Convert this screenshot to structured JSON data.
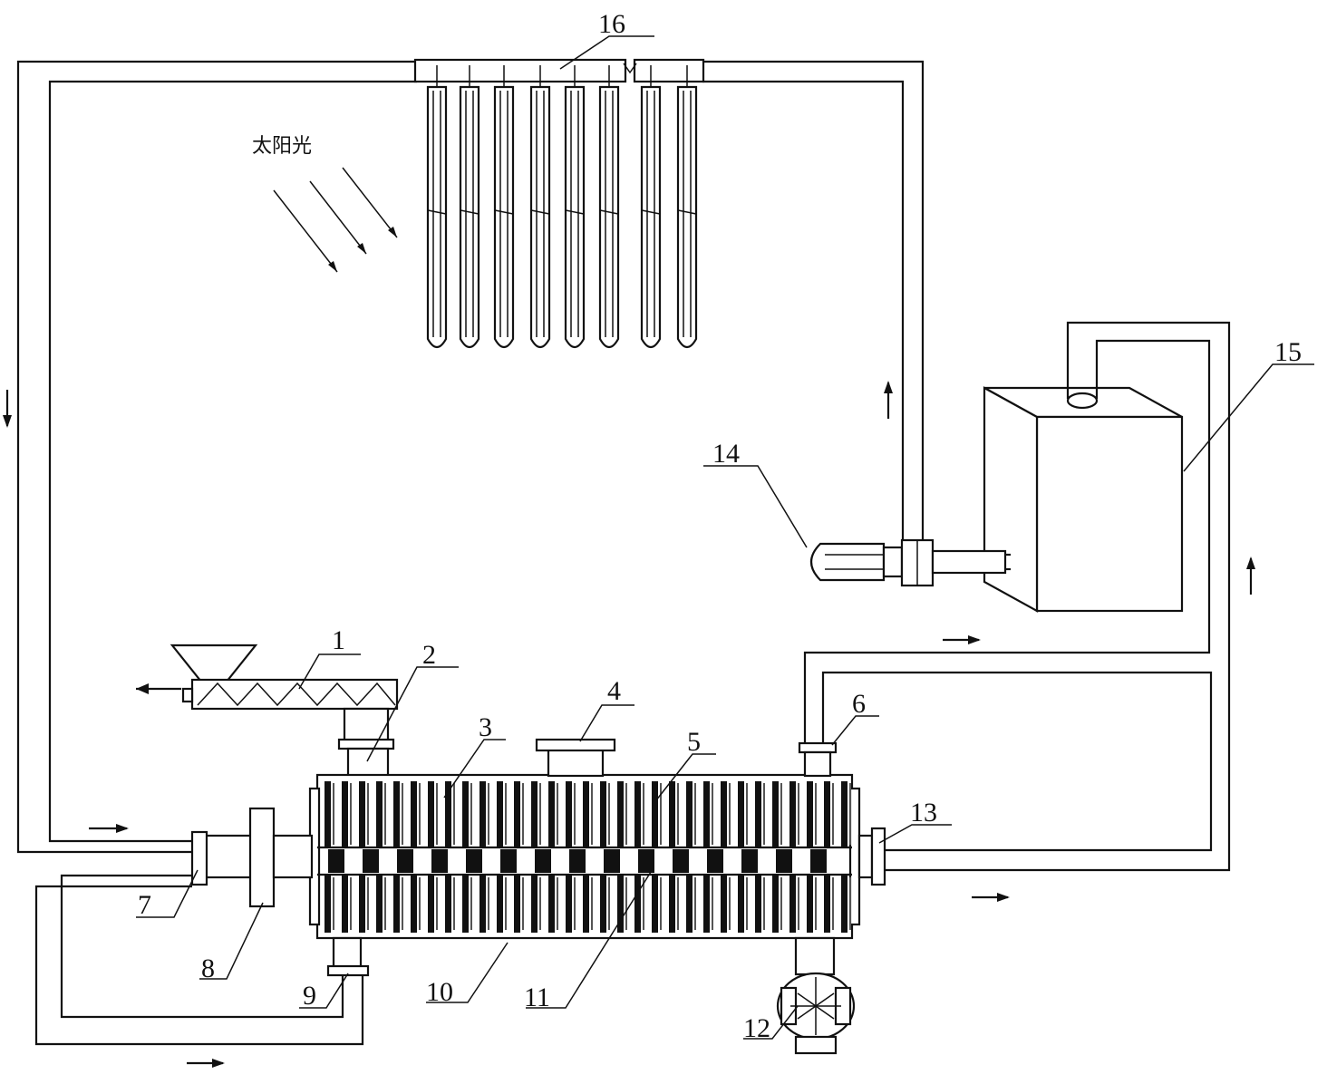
{
  "sunlight_text": "太阳光",
  "component_labels": [
    {
      "key": "1",
      "text": "1"
    },
    {
      "key": "2",
      "text": "2"
    },
    {
      "key": "3",
      "text": "3"
    },
    {
      "key": "4",
      "text": "4"
    },
    {
      "key": "5",
      "text": "5"
    },
    {
      "key": "6",
      "text": "6"
    },
    {
      "key": "7",
      "text": "7"
    },
    {
      "key": "8",
      "text": "8"
    },
    {
      "key": "9",
      "text": "9"
    },
    {
      "key": "10",
      "text": "10"
    },
    {
      "key": "11",
      "text": "11"
    },
    {
      "key": "12",
      "text": "12"
    },
    {
      "key": "13",
      "text": "13"
    },
    {
      "key": "14",
      "text": "14"
    },
    {
      "key": "15",
      "text": "15"
    },
    {
      "key": "16",
      "text": "16"
    }
  ],
  "colors": {
    "line": "#111111",
    "background": "#ffffff"
  }
}
